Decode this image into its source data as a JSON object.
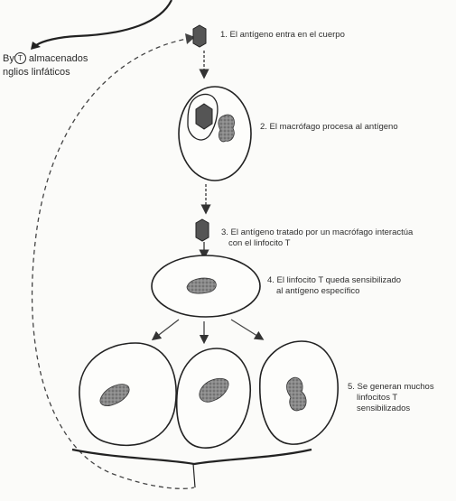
{
  "side_label": {
    "line1_prefix": "B",
    "line1_connector": "y",
    "line1_circled": "T",
    "line1_text": "almacenados",
    "line2": "nglios linfáticos"
  },
  "steps": [
    {
      "line1": "1. El antígeno entra en el cuerpo",
      "line2": ""
    },
    {
      "line1": "2. El macrófago procesa al antígeno",
      "line2": ""
    },
    {
      "line1": "3. El antígeno tratado por un macrófago interactúa",
      "line2": "con el linfocito T"
    },
    {
      "line1": "4. El linfocito T queda sensibilizado",
      "line2": "al antígeno específico"
    },
    {
      "line1": "5. Se generan muchos",
      "line2": "linfocitos T",
      "line3": "sensibilizados"
    }
  ],
  "colors": {
    "ink": "#222222",
    "antigen": "#555555",
    "nucleus": "#7a7a7a",
    "paper": "#fbfbf9"
  }
}
